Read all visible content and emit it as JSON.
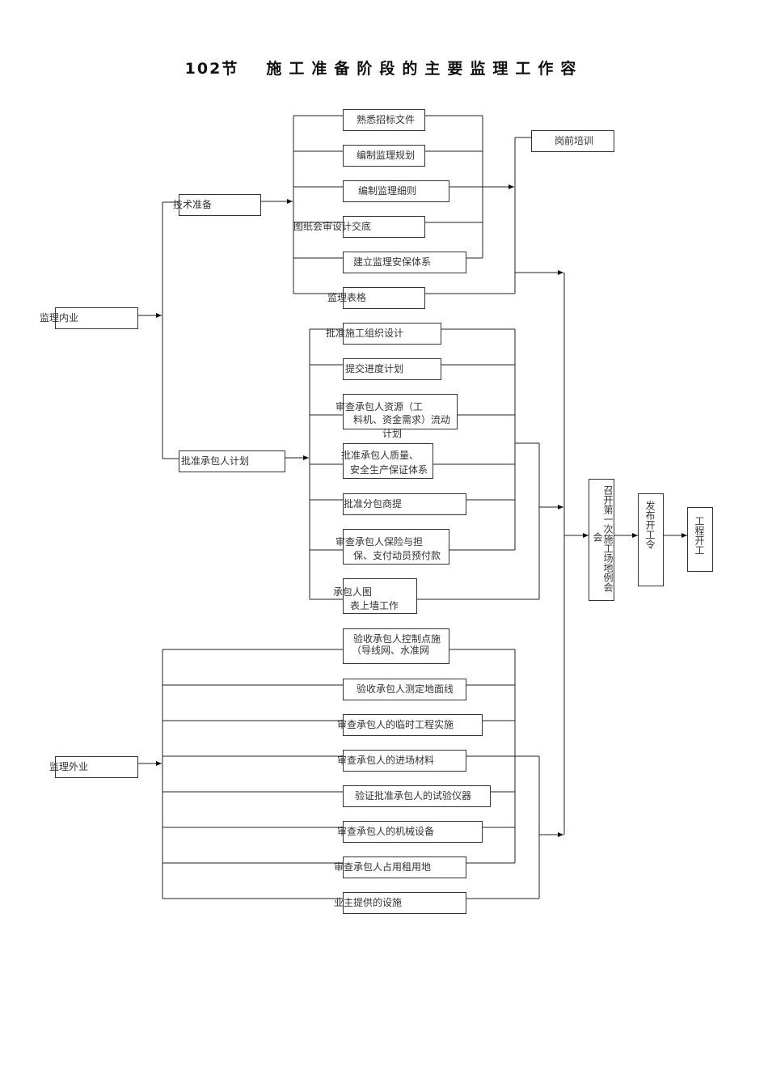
{
  "title": {
    "number": "102节",
    "text": "施工准备阶段的主要监理工作容"
  },
  "nodes": {
    "root_internal": "监理内业",
    "root_external": "监理外业",
    "tech_prep": "技术准备",
    "approve_plan": "批准承包人计划",
    "t1": "熟悉招标文件",
    "t2": "编制监理规划",
    "t3": "编制监理细则",
    "t4": "图纸会审设计交底",
    "t5": "建立监理安保体系",
    "t6": "监理表格",
    "training": "岗前培训",
    "p1": "批准施工组织设计",
    "p2": "提交进度计划",
    "p3_line1": "审查承包人资源（工",
    "p3_line2": "料机、资金需求）流动",
    "p3_line3": "计划",
    "p4_line1": "批准承包人质量、",
    "p4_line2": "安全生产保证体系",
    "p5": "批准分包商提",
    "p6_line1": "审查承包人保险与担",
    "p6_line2": "保、支付动员预付款",
    "p7_line1": "承包人图",
    "p7_line2": "表上墙工作",
    "e1_line1": "验收承包人控制点施",
    "e1_line2": "（导线网、水准网",
    "e2": "验收承包人测定地面线",
    "e3": "审查承包人的临时工程实施",
    "e4": "审查承包人的进场材料",
    "e5": "验证批准承包人的试验仪器",
    "e6": "审查承包人的机械设备",
    "e7": "审查承包人占用租用地",
    "e8": "业主提供的设施",
    "meeting": "召开第一次施工场地例会",
    "meeting_col2": "会",
    "order": "发布开工令",
    "start": "工程开工"
  },
  "colors": {
    "line": "#222222",
    "box_border": "#333333",
    "text": "#333333",
    "bg": "#ffffff"
  }
}
